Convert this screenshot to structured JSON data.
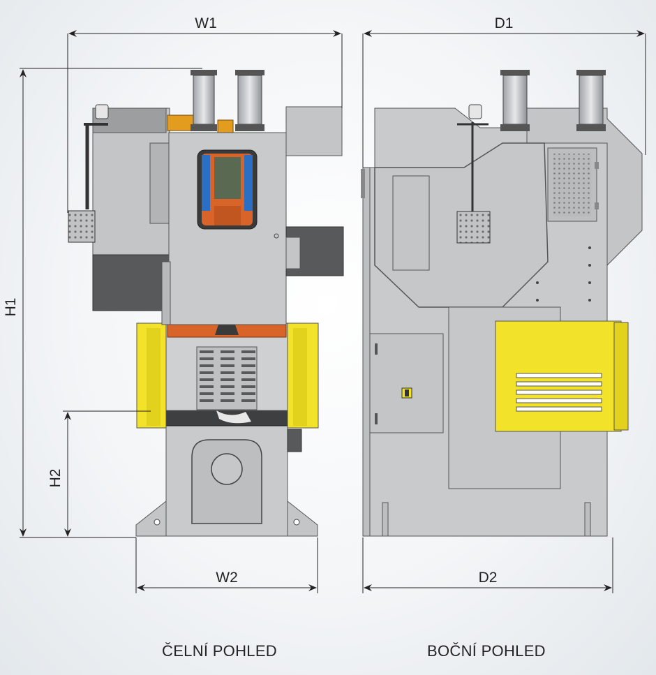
{
  "dimensions": {
    "w1": "W1",
    "w2": "W2",
    "h1": "H1",
    "h2": "H2",
    "d1": "D1",
    "d2": "D2"
  },
  "captions": {
    "front": "ČELNÍ POHLED",
    "side": "BOČNÍ POHLED"
  },
  "colors": {
    "body": "#c9cacc",
    "yellow": "#f2e22a",
    "dark": "#58595b",
    "orange": "#d9642a",
    "blue": "#2a6fc4"
  }
}
